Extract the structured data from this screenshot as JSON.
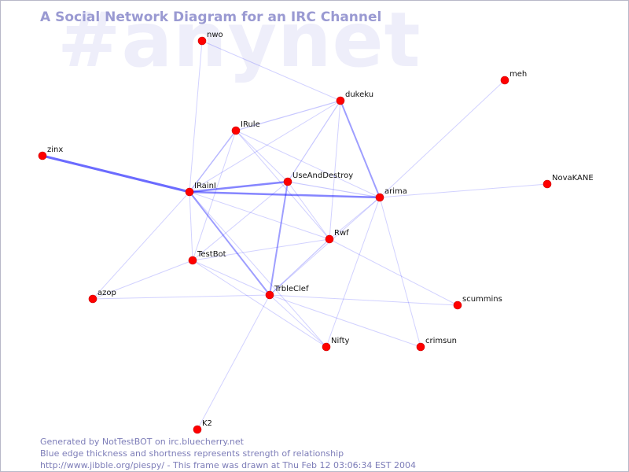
{
  "watermark": "#anynet",
  "title": "A Social Network Diagram for an IRC Channel",
  "colors": {
    "node": "#ff0000",
    "edge": "#0000ff",
    "title": "#9a9ad2",
    "watermark": "#eeeefa",
    "footer": "#7d7db8"
  },
  "nodes": [
    {
      "id": "nwo",
      "label": "nwo"
    },
    {
      "id": "dukeku",
      "label": "dukeku"
    },
    {
      "id": "meh",
      "label": "meh"
    },
    {
      "id": "IRule",
      "label": "IRule"
    },
    {
      "id": "zinx",
      "label": "zinx"
    },
    {
      "id": "UseAndDestroy",
      "label": "UseAndDestroy"
    },
    {
      "id": "IRainI",
      "label": "IRainI"
    },
    {
      "id": "arima",
      "label": "arima"
    },
    {
      "id": "NovaKANE",
      "label": "NovaKANE"
    },
    {
      "id": "Rwf",
      "label": "Rwf"
    },
    {
      "id": "TestBot",
      "label": "TestBot"
    },
    {
      "id": "azop",
      "label": "azop"
    },
    {
      "id": "TrbleClef",
      "label": "TrbleClef"
    },
    {
      "id": "scummins",
      "label": "scummins"
    },
    {
      "id": "Nifty",
      "label": "Nifty"
    },
    {
      "id": "crimsun",
      "label": "crimsun"
    },
    {
      "id": "K2",
      "label": "K2"
    }
  ],
  "edges": [
    {
      "source": "zinx",
      "target": "IRainI",
      "weight": 3
    },
    {
      "source": "IRainI",
      "target": "UseAndDestroy",
      "weight": 2.5
    },
    {
      "source": "IRainI",
      "target": "arima",
      "weight": 2.5
    },
    {
      "source": "IRainI",
      "target": "TrbleClef",
      "weight": 2
    },
    {
      "source": "IRainI",
      "target": "IRule",
      "weight": 1.5
    },
    {
      "source": "IRainI",
      "target": "nwo",
      "weight": 1
    },
    {
      "source": "IRainI",
      "target": "Rwf",
      "weight": 1
    },
    {
      "source": "IRainI",
      "target": "azop",
      "weight": 1
    },
    {
      "source": "IRainI",
      "target": "TestBot",
      "weight": 1
    },
    {
      "source": "IRainI",
      "target": "Nifty",
      "weight": 1
    },
    {
      "source": "IRainI",
      "target": "dukeku",
      "weight": 1
    },
    {
      "source": "dukeku",
      "target": "arima",
      "weight": 2
    },
    {
      "source": "dukeku",
      "target": "IRule",
      "weight": 1.2
    },
    {
      "source": "dukeku",
      "target": "UseAndDestroy",
      "weight": 1.2
    },
    {
      "source": "dukeku",
      "target": "Rwf",
      "weight": 1
    },
    {
      "source": "dukeku",
      "target": "nwo",
      "weight": 1
    },
    {
      "source": "IRule",
      "target": "TestBot",
      "weight": 1
    },
    {
      "source": "IRule",
      "target": "UseAndDestroy",
      "weight": 1
    },
    {
      "source": "IRule",
      "target": "arima",
      "weight": 1
    },
    {
      "source": "IRule",
      "target": "Rwf",
      "weight": 1
    },
    {
      "source": "UseAndDestroy",
      "target": "arima",
      "weight": 1.2
    },
    {
      "source": "UseAndDestroy",
      "target": "TrbleClef",
      "weight": 2
    },
    {
      "source": "UseAndDestroy",
      "target": "Rwf",
      "weight": 1
    },
    {
      "source": "UseAndDestroy",
      "target": "TestBot",
      "weight": 1
    },
    {
      "source": "arima",
      "target": "NovaKANE",
      "weight": 1
    },
    {
      "source": "arima",
      "target": "meh",
      "weight": 1
    },
    {
      "source": "arima",
      "target": "Rwf",
      "weight": 1
    },
    {
      "source": "arima",
      "target": "crimsun",
      "weight": 1
    },
    {
      "source": "arima",
      "target": "Nifty",
      "weight": 1
    },
    {
      "source": "arima",
      "target": "TrbleClef",
      "weight": 1
    },
    {
      "source": "Rwf",
      "target": "TestBot",
      "weight": 1
    },
    {
      "source": "Rwf",
      "target": "TrbleClef",
      "weight": 1.2
    },
    {
      "source": "Rwf",
      "target": "scummins",
      "weight": 1
    },
    {
      "source": "TestBot",
      "target": "azop",
      "weight": 1
    },
    {
      "source": "TestBot",
      "target": "TrbleClef",
      "weight": 1
    },
    {
      "source": "TestBot",
      "target": "Nifty",
      "weight": 1
    },
    {
      "source": "TrbleClef",
      "target": "azop",
      "weight": 1
    },
    {
      "source": "TrbleClef",
      "target": "scummins",
      "weight": 1
    },
    {
      "source": "TrbleClef",
      "target": "Nifty",
      "weight": 1
    },
    {
      "source": "TrbleClef",
      "target": "crimsun",
      "weight": 1
    },
    {
      "source": "TrbleClef",
      "target": "K2",
      "weight": 1
    }
  ],
  "footer": {
    "line1": "Generated by NotTestBOT on irc.bluecherry.net",
    "line2": "Blue edge thickness and shortness represents strength of relationship",
    "line3": "http://www.jibble.org/piespy/ - This frame was drawn at Thu Feb 12 03:06:34 EST 2004"
  }
}
